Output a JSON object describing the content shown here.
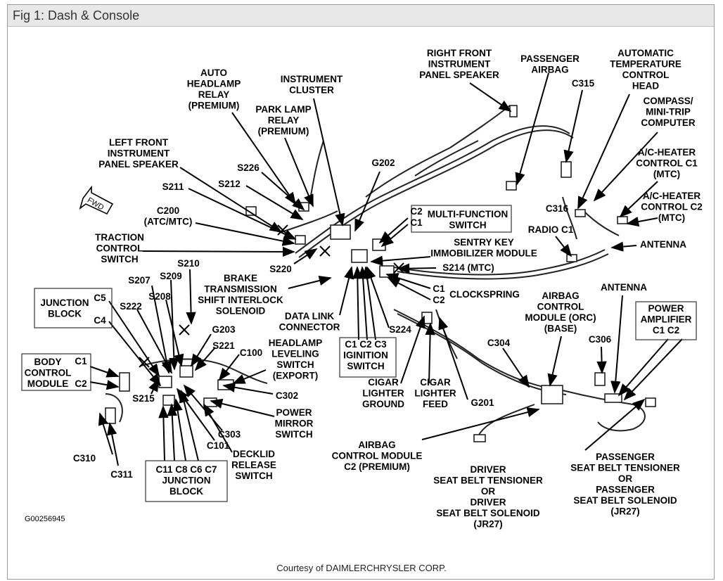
{
  "window": {
    "title": "Fig 1: Dash & Console"
  },
  "figure_id": "G00256945",
  "courtesy": "Courtesy of DAIMLERCHRYSLER CORP.",
  "fwd_arrow": "FWD",
  "labels": {
    "right_front_speaker": [
      "RIGHT FRONT",
      "INSTRUMENT",
      "PANEL SPEAKER"
    ],
    "passenger_airbag": [
      "PASSENGER",
      "AIRBAG"
    ],
    "auto_temp": [
      "AUTOMATIC",
      "TEMPERATURE",
      "CONTROL",
      "HEAD"
    ],
    "c315": "C315",
    "compass": [
      "COMPASS/",
      "MINI-TRIP",
      "COMPUTER"
    ],
    "ac_c1": [
      "A/C-HEATER",
      "CONTROL C1",
      "(MTC)"
    ],
    "ac_c2": [
      "A/C-HEATER",
      "CONTROL C2",
      "(MTC)"
    ],
    "c316": "C316",
    "radio_c1": "RADIO C1",
    "antenna1": "ANTENNA",
    "antenna2": "ANTENNA",
    "auto_headlamp": [
      "AUTO",
      "HEADLAMP",
      "RELAY",
      "(PREMIUM)"
    ],
    "instrument_cluster": [
      "INSTRUMENT",
      "CLUSTER"
    ],
    "park_lamp": [
      "PARK LAMP",
      "RELAY",
      "(PREMIUM)"
    ],
    "left_front_speaker": [
      "LEFT FRONT",
      "INSTRUMENT",
      "PANEL SPEAKER"
    ],
    "g202": "G202",
    "s226": "S226",
    "s211": "S211",
    "s212": "S212",
    "c200": [
      "C200",
      "(ATC/MTC)"
    ],
    "multi_c2": "C2",
    "multi_c1": "C1",
    "multi_function": [
      "MULTI-FUNCTION",
      "SWITCH"
    ],
    "sentry_key": [
      "SENTRY KEY",
      "IMMOBILIZER MODULE"
    ],
    "traction": [
      "TRACTION",
      "CONTROL",
      "SWITCH"
    ],
    "s220": "S220",
    "s214": "S214 (MTC)",
    "s210": "S210",
    "s207": "S207",
    "s209": "S209",
    "brake": [
      "BRAKE",
      "TRANSMISSION",
      "SHIFT INTERLOCK",
      "SOLENOID"
    ],
    "clock_c1": "C1",
    "clock_c2": "C2",
    "clockspring": "CLOCKSPRING",
    "airbag_orc": [
      "AIRBAG",
      "CONTROL",
      "MODULE (ORC)",
      "(BASE)"
    ],
    "junction_block_box": [
      "JUNCTION",
      "BLOCK"
    ],
    "jb_c5": "C5",
    "jb_c4": "C4",
    "s222": "S222",
    "s208": "S208",
    "data_link": [
      "DATA LINK",
      "CONNECTOR"
    ],
    "s224": "S224",
    "g203": "G203",
    "s221": "S221",
    "c100": "C100",
    "headlamp_leveling": [
      "HEADLAMP",
      "LEVELING",
      "SWITCH",
      "(EXPORT)"
    ],
    "ignition_box": [
      "C1 C2 C3",
      "IGINITION",
      "SWITCH"
    ],
    "cigar_ground": [
      "CIGAR",
      "LIGHTER",
      "GROUND"
    ],
    "cigar_feed": [
      "CIGAR",
      "LIGHTER",
      "FEED"
    ],
    "c304": "C304",
    "c306": "C306",
    "power_amp_box": [
      "POWER",
      "AMPLIFIER",
      "C1  C2"
    ],
    "bcm_box": [
      "BODY",
      "CONTROL",
      "MODULE"
    ],
    "bcm_c1": "C1",
    "bcm_c2": "C2",
    "s215": "S215",
    "c302": "C302",
    "power_mirror": [
      "POWER",
      "MIRROR",
      "SWITCH"
    ],
    "g201": "G201",
    "c303": "C303",
    "c101": "C101",
    "decklid": [
      "DECKLID",
      "RELEASE",
      "SWITCH"
    ],
    "c310": "C310",
    "c311": "C311",
    "jb2_box": [
      "C11 C8 C6 C7",
      "JUNCTION",
      "BLOCK"
    ],
    "airbag_c2": [
      "AIRBAG",
      "CONTROL MODULE",
      "C2 (PREMIUM)"
    ],
    "driver_seat": [
      "DRIVER",
      "SEAT BELT TENSIONER",
      "OR",
      "DRIVER",
      "SEAT BELT SOLENOID",
      "(JR27)"
    ],
    "passenger_seat": [
      "PASSENGER",
      "SEAT BELT TENSIONER",
      "OR",
      "PASSENGER",
      "SEAT BELT SOLENOID",
      "(JR27)"
    ]
  }
}
